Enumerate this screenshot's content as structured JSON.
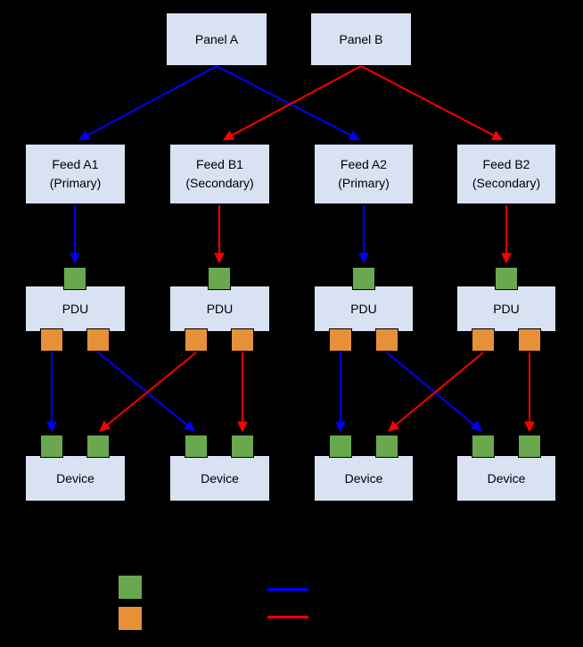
{
  "panels": [
    {
      "label": "Panel A"
    },
    {
      "label": "Panel B"
    }
  ],
  "feeds": [
    {
      "label": "Feed A1\n(Primary)"
    },
    {
      "label": "Feed B1\n(Secondary)"
    },
    {
      "label": "Feed A2\n(Primary)"
    },
    {
      "label": "Feed B2\n(Secondary)"
    }
  ],
  "pdus": [
    {
      "label": "PDU"
    },
    {
      "label": "PDU"
    },
    {
      "label": "PDU"
    },
    {
      "label": "PDU"
    }
  ],
  "devices": [
    {
      "label": "Device"
    },
    {
      "label": "Device"
    },
    {
      "label": "Device"
    },
    {
      "label": "Device"
    }
  ],
  "colors": {
    "background": "#000000",
    "box_fill": "#d8e2f3",
    "box_border": "#000000",
    "input_port_green": "#6aa84f",
    "output_port_orange": "#e69138",
    "primary_path": "#0000ff",
    "secondary_path": "#ff0000"
  },
  "legend": {
    "swatches": [
      {
        "name": "green-port-swatch",
        "color": "#6aa84f"
      },
      {
        "name": "orange-port-swatch",
        "color": "#e69138"
      }
    ],
    "lines": [
      {
        "name": "blue-primary-path-line",
        "color": "#0000ff"
      },
      {
        "name": "red-secondary-path-line",
        "color": "#ff0000"
      }
    ]
  }
}
